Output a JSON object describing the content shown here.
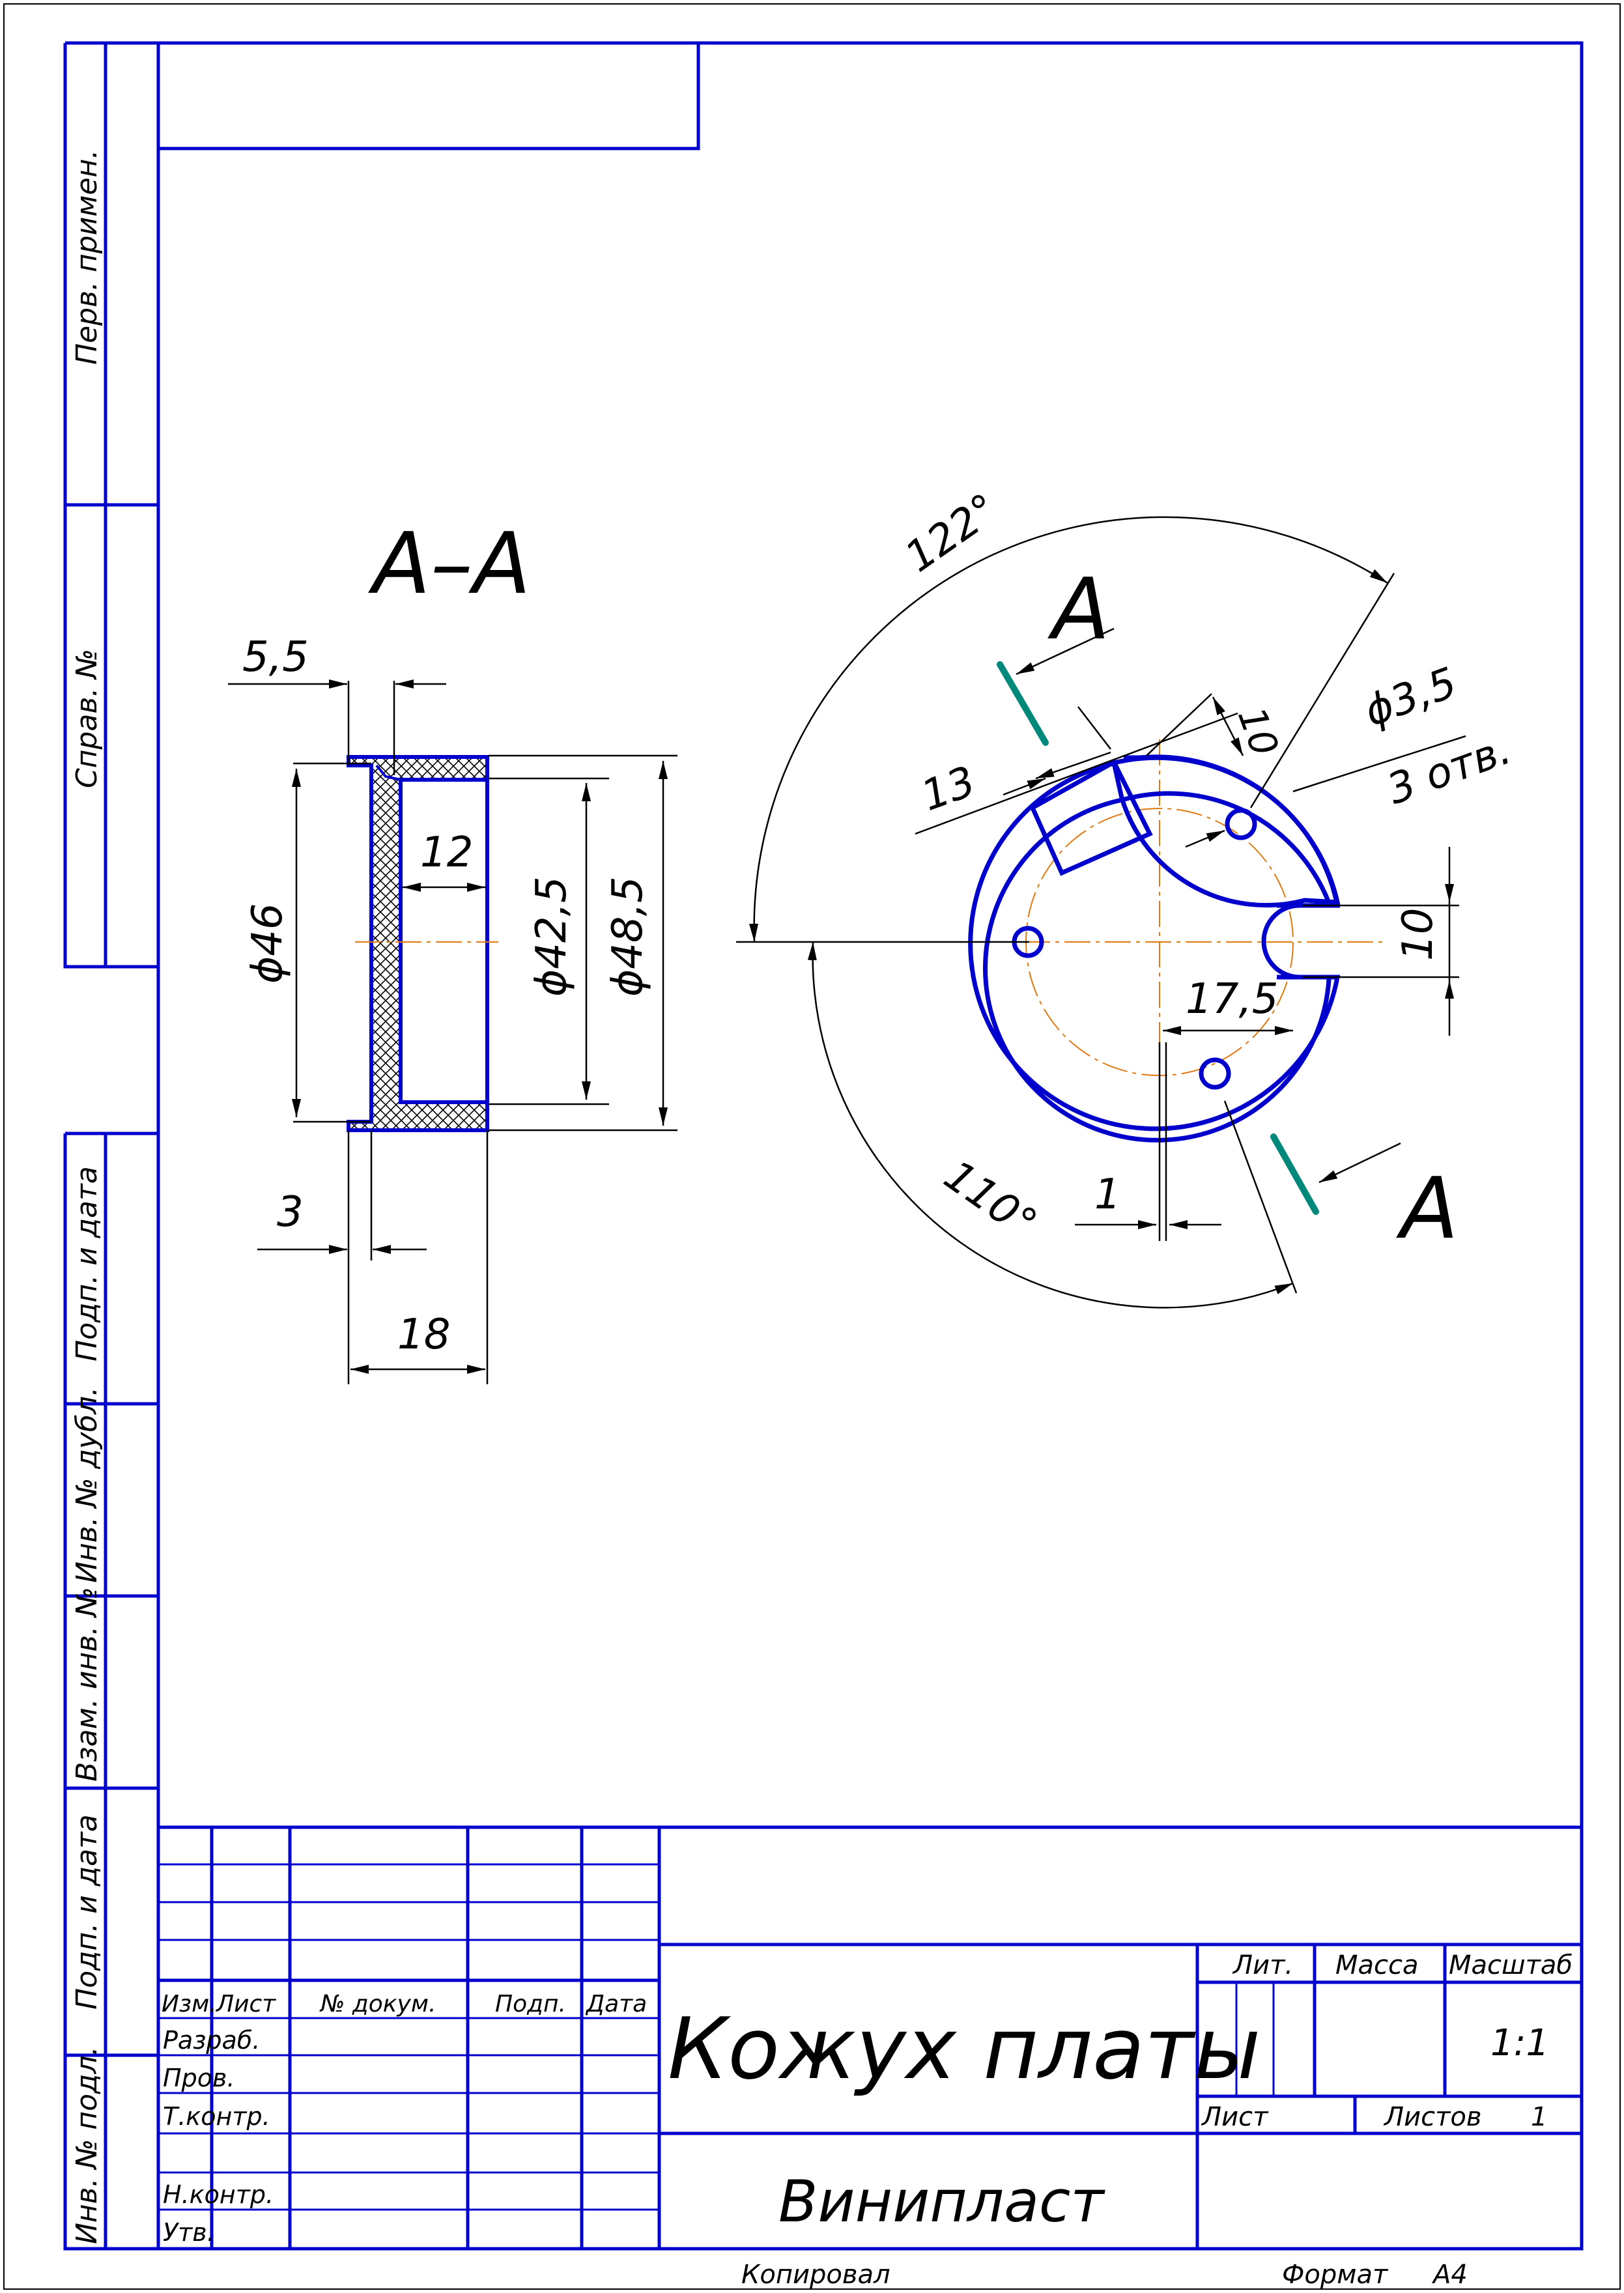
{
  "drawing": {
    "title": "Кожух платы",
    "material": "Винипласт",
    "section_label": "A–A",
    "view_marker": "A",
    "dimensions": {
      "d46": "ϕ46",
      "d42_5": "ϕ42,5",
      "d48_5": "ϕ48,5",
      "w5_5": "5,5",
      "w12": "12",
      "w3": "3",
      "w18": "18",
      "a122": "122°",
      "a110": "110°",
      "w13": "13",
      "w10_top": "10",
      "hole": "ϕ3,5",
      "hole_count": "3 отв.",
      "w10_slot": "10",
      "r17_5": "17,5",
      "w1": "1"
    }
  },
  "side_columns": [
    "Перв. примен.",
    "Справ. №",
    "Подп. и дата",
    "Инв. № дубл.",
    "Взам. инв. №",
    "Подп. и дата",
    "Инв. № подл."
  ],
  "title_block": {
    "headers": [
      "Изм.",
      "Лист",
      "№ докум.",
      "Подп.",
      "Дата"
    ],
    "roles": [
      "Разраб.",
      "Пров.",
      "Т.контр.",
      "",
      "Н.контр.",
      "Утв."
    ],
    "lit_label": "Лит.",
    "mass_label": "Масса",
    "scale_label": "Масштаб",
    "scale_value": "1:1",
    "sheet_label": "Лист",
    "sheets_label": "Листов",
    "sheets_value": "1"
  },
  "footer": {
    "copied": "Копировал",
    "format_label": "Формат",
    "format_value": "A4"
  },
  "colors": {
    "frame": "#0000cc",
    "centerline": "#e07a10",
    "cut_marker": "#00897b"
  }
}
